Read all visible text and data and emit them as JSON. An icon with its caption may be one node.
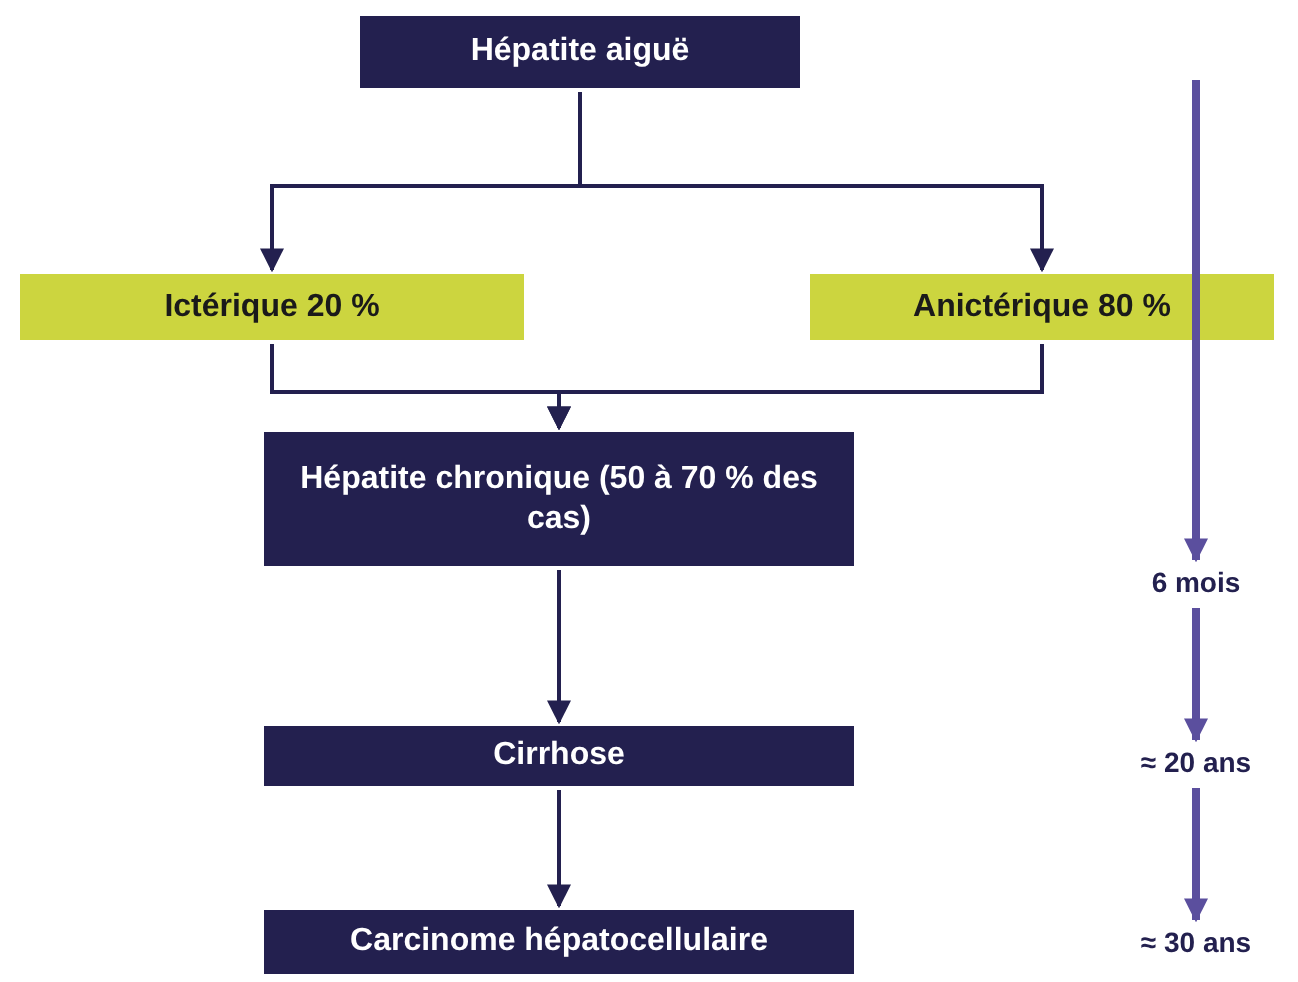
{
  "diagram": {
    "nodes": [
      {
        "text": [
          "Hépatite aiguë"
        ]
      },
      {
        "text": [
          "Ictérique 20 %"
        ]
      },
      {
        "text": [
          "Anictérique 80 %"
        ]
      },
      {
        "text": [
          "Hépatite chronique (50 à 70 % des cas)"
        ]
      },
      {
        "text": [
          "Cirrhose"
        ]
      },
      {
        "text": [
          "Carcinome hépatocellulaire"
        ]
      },
      {
        "text": [
          "6 mois"
        ]
      },
      {
        "text": [
          "≈ 20 ans"
        ]
      },
      {
        "text": [
          "≈ 30 ans"
        ]
      }
    ],
    "edges": [
      {
        "from": 0,
        "to": 1,
        "arrow": "to"
      },
      {
        "from": 0,
        "to": 2,
        "arrow": "to"
      },
      {
        "from": 1,
        "to": 3,
        "arrow": "to"
      },
      {
        "from": 2,
        "to": 3,
        "arrow": "to"
      },
      {
        "from": 3,
        "to": 4,
        "arrow": "to"
      },
      {
        "from": 4,
        "to": 5,
        "arrow": "to"
      },
      {
        "from": null,
        "to": 6,
        "arrow": "to",
        "style": "thick",
        "color": "#5b4f9e"
      },
      {
        "from": 6,
        "to": 7,
        "arrow": "to",
        "style": "thick",
        "color": "#5b4f9e"
      },
      {
        "from": 7,
        "to": 8,
        "arrow": "to",
        "style": "thick",
        "color": "#5b4f9e"
      }
    ]
  }
}
